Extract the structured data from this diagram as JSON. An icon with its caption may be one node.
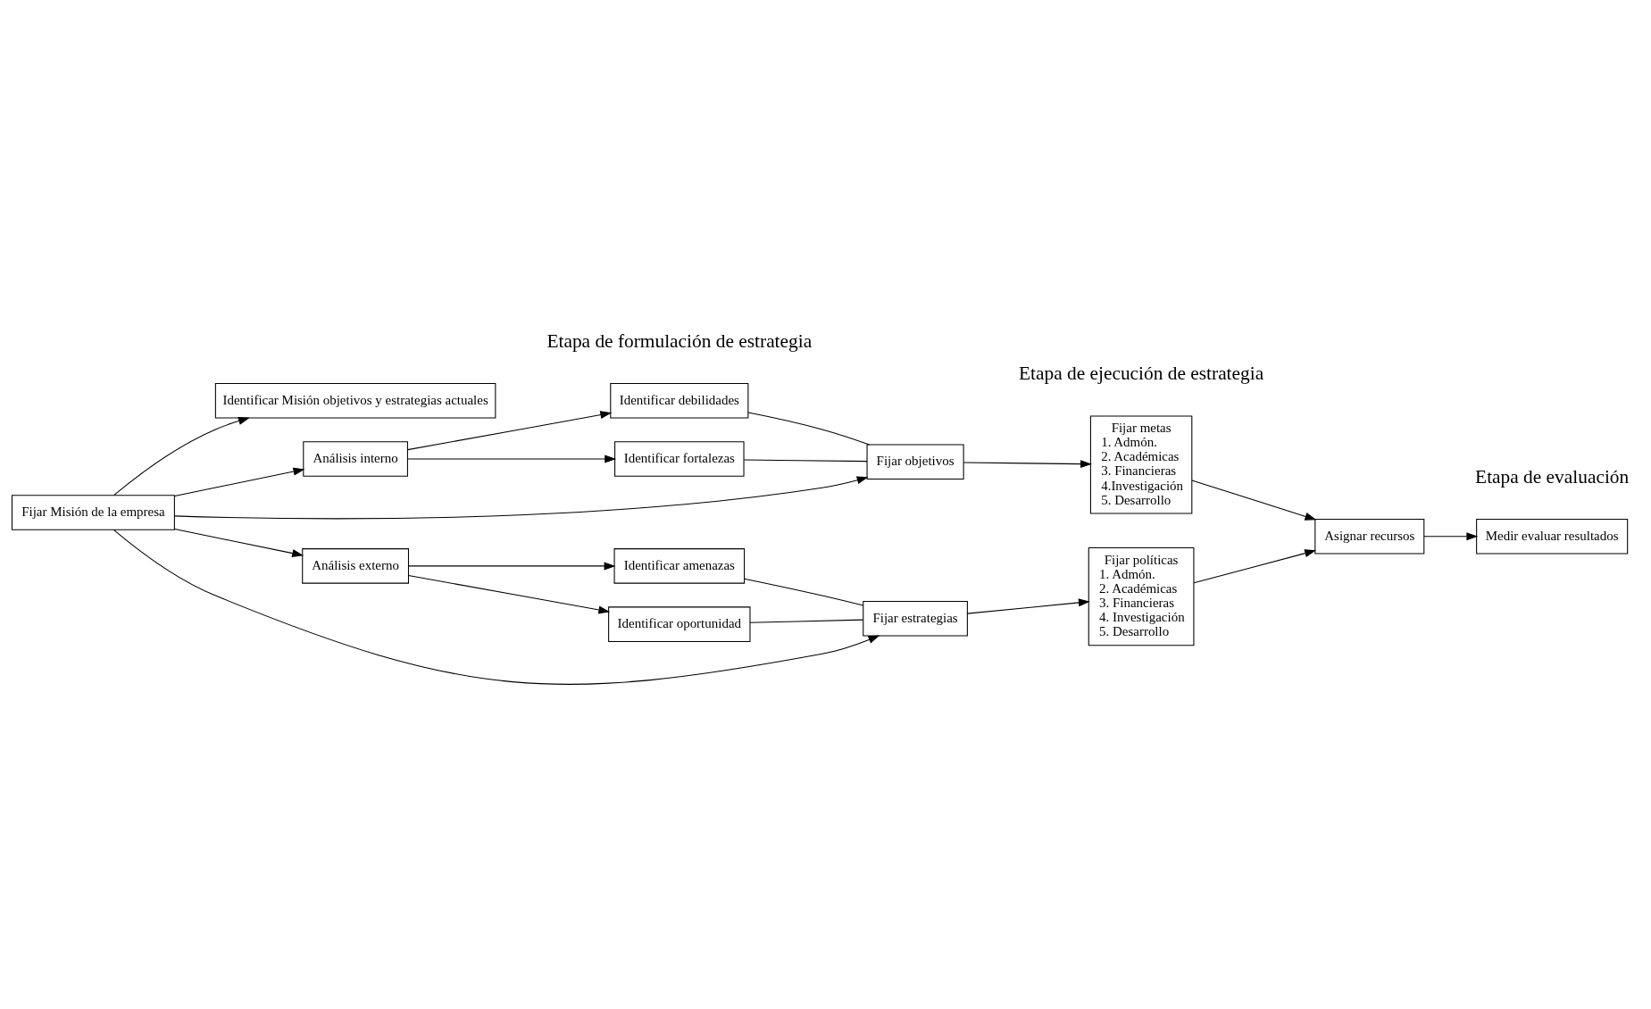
{
  "diagram": {
    "nodes": [
      {
        "text": [
          "Identificar Misión objetivos y estrategias actuales"
        ]
      },
      {
        "text": [
          "Análisis interno"
        ]
      },
      {
        "text": [
          "Fijar Misión de la empresa"
        ]
      },
      {
        "text": [
          "Análisis externo"
        ]
      },
      {
        "text": [
          "Identificar debilidades"
        ]
      },
      {
        "text": [
          "Identificar fortalezas"
        ]
      },
      {
        "text": [
          "Identificar oportunidad"
        ]
      },
      {
        "text": [
          "Identificar amenazas"
        ]
      },
      {
        "text": [
          "Fijar objetivos"
        ]
      },
      {
        "text": [
          "Fijar estrategias"
        ]
      },
      {
        "text": [
          "Fijar metas",
          "1. Admón.",
          "2. Académicas",
          "3. Financieras",
          "4.Investigación",
          "5. Desarrollo"
        ]
      },
      {
        "text": [
          "Fijar políticas",
          "1. Admón.",
          "2. Académicas",
          "3. Financieras",
          "4. Investigación",
          "5. Desarrollo"
        ]
      },
      {
        "text": [
          "Asignar recursos"
        ]
      },
      {
        "text": [
          "Medir evaluar resultados"
        ]
      }
    ],
    "edges": [
      {
        "from": 2,
        "to": 0,
        "arrow": "to"
      },
      {
        "from": 2,
        "to": 1,
        "arrow": "to"
      },
      {
        "from": 2,
        "to": 3,
        "arrow": "to"
      },
      {
        "from": 1,
        "to": 4,
        "arrow": "to"
      },
      {
        "from": 1,
        "to": 5,
        "arrow": "to"
      },
      {
        "from": 3,
        "to": 6,
        "arrow": "to"
      },
      {
        "from": 3,
        "to": 7,
        "arrow": "to"
      },
      {
        "from": 2,
        "to": 8,
        "arrow": "to"
      },
      {
        "from": 2,
        "to": 9,
        "arrow": "to"
      },
      {
        "from": 4,
        "to": 8,
        "arrow": "none"
      },
      {
        "from": 5,
        "to": 8,
        "arrow": "none"
      },
      {
        "from": 6,
        "to": 9,
        "arrow": "none"
      },
      {
        "from": 7,
        "to": 9,
        "arrow": "none"
      },
      {
        "from": 8,
        "to": 10,
        "arrow": "to"
      },
      {
        "from": 9,
        "to": 11,
        "arrow": "to"
      },
      {
        "from": 10,
        "to": 12,
        "arrow": "to"
      },
      {
        "from": 11,
        "to": 12,
        "arrow": "to"
      },
      {
        "from": 12,
        "to": 13,
        "arrow": "to"
      }
    ],
    "labels": [
      "Etapa de formulación de estrategia",
      "Etapa de ejecución de estrategia",
      "Etapa de evaluación"
    ]
  }
}
